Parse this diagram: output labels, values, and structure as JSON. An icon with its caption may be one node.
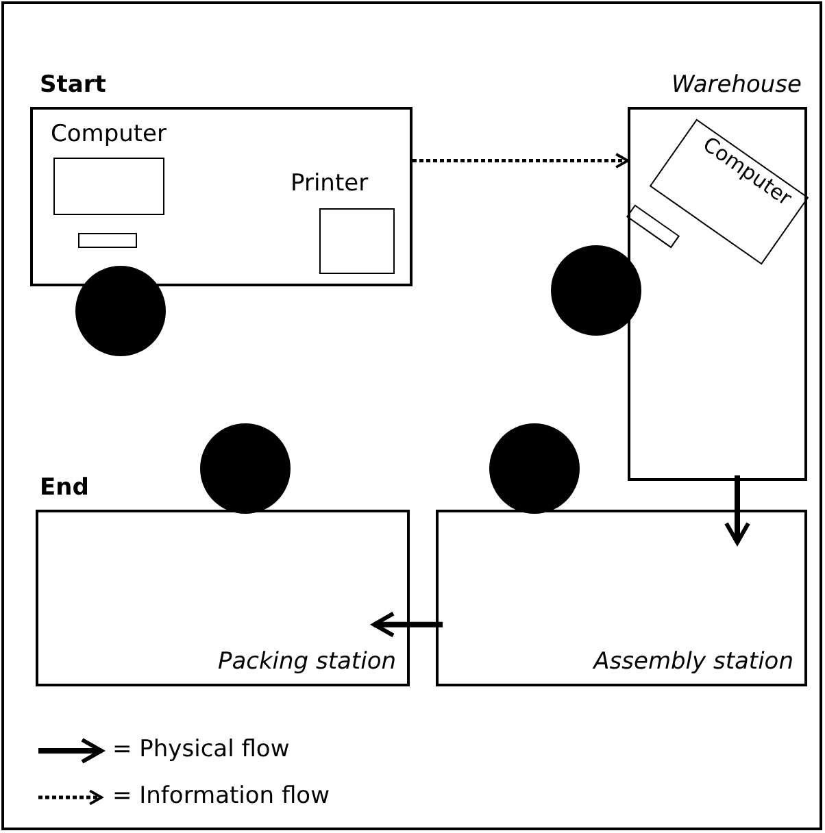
{
  "diagram": {
    "nodes": [
      {
        "text": [
          "Start"
        ]
      },
      {
        "text": [
          "Computer"
        ],
        "in": 0
      },
      {
        "text": [
          "Printer"
        ],
        "in": 0
      },
      {
        "text": [
          "Warehouse"
        ]
      },
      {
        "text": [
          "Computer"
        ],
        "in": 3
      },
      {
        "text": [
          "End",
          "Packing station"
        ]
      },
      {
        "text": [
          "Assembly station"
        ]
      },
      {
        "text": [],
        "shape": "circle"
      },
      {
        "text": [],
        "shape": "circle"
      },
      {
        "text": [],
        "shape": "circle"
      },
      {
        "text": [],
        "shape": "circle"
      }
    ],
    "edges": [
      {
        "from": 0,
        "to": 3,
        "arrow": "to",
        "style": "dashed"
      },
      {
        "from": 3,
        "to": 6,
        "arrow": "to"
      },
      {
        "from": 6,
        "to": 5,
        "arrow": "to"
      }
    ],
    "legend": [
      {
        "text": "= Physical flow"
      },
      {
        "text": "= Information flow"
      }
    ]
  }
}
